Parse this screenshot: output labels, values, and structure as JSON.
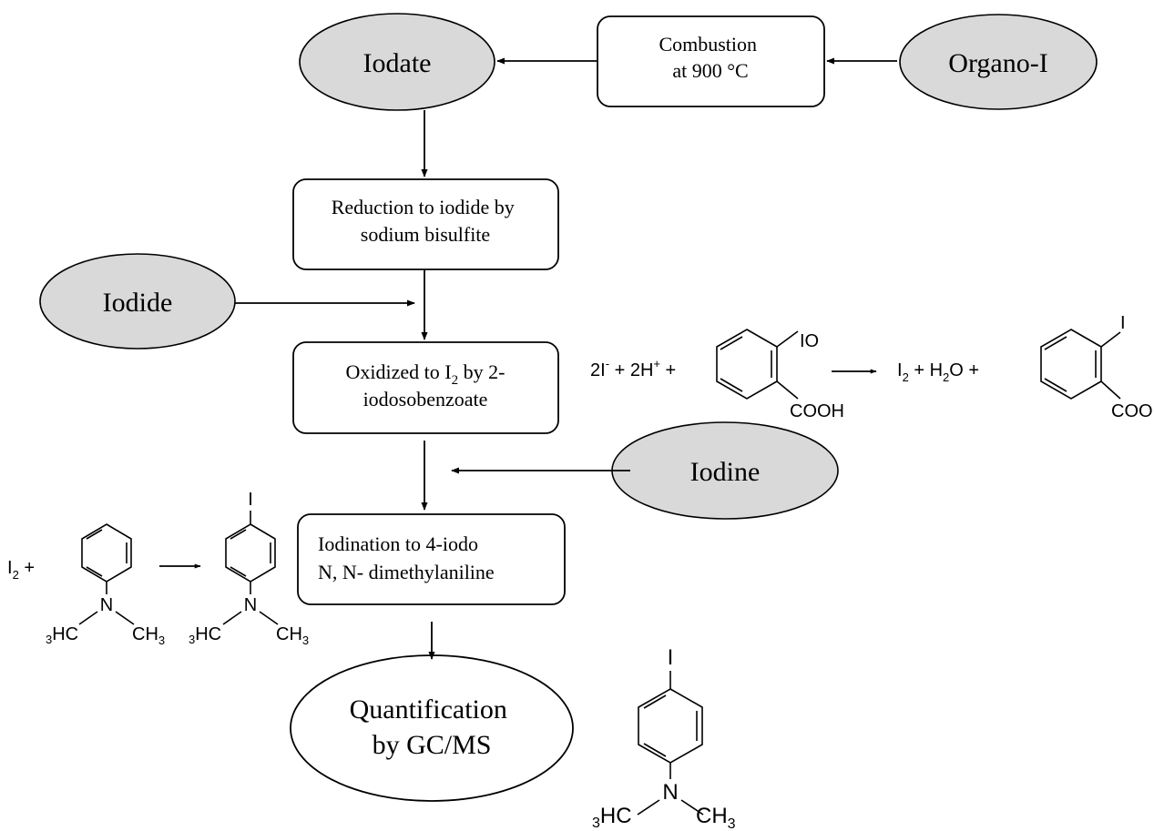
{
  "nodes": {
    "iodate": "Iodate",
    "organo_i": "Organo-I",
    "combustion": [
      "Combustion",
      "at 900 °C"
    ],
    "reduction": [
      "Reduction to iodide by",
      "sodium bisulfite"
    ],
    "iodide": "Iodide",
    "oxidized": {
      "line1_pre": "Oxidized to I",
      "line1_sub": "2",
      "line1_post": " by 2-",
      "line2": "iodosobenzoate"
    },
    "iodine": "Iodine",
    "iodination": [
      "Iodination to 4-iodo",
      "N, N- dimethylaniline"
    ],
    "quantification": [
      "Quantification",
      "by GC/MS"
    ]
  },
  "reaction_oxidation": {
    "reactant_prefix": {
      "a": "2I",
      "a_sup": "-",
      "plus1": " + 2H",
      "b_sup": "+",
      "plus2": " +"
    },
    "reactant_substituents": {
      "top": "IO",
      "bottom": "COOH"
    },
    "product_prefix": {
      "a": "I",
      "a_sub": "2",
      "b": " + H",
      "b_sub": "2",
      "c": "O +"
    },
    "product_substituents": {
      "top": "I",
      "bottom": "COOH"
    }
  },
  "reaction_iodination": {
    "reactant": {
      "a": "I",
      "a_sub": "2",
      "plus": " +"
    },
    "amine": {
      "n": "N",
      "left_sub": "3",
      "left": "HC",
      "right": "CH",
      "right_sub": "3"
    },
    "product_top": "I",
    "product_amine": {
      "n": "N",
      "left_sub": "3",
      "left": "HC",
      "right": "CH",
      "right_sub": "3"
    }
  },
  "final_product": {
    "top": "I",
    "amine": {
      "n": "N",
      "left_sub": "3",
      "left": "HC",
      "right": "CH",
      "right_sub": "3"
    }
  }
}
